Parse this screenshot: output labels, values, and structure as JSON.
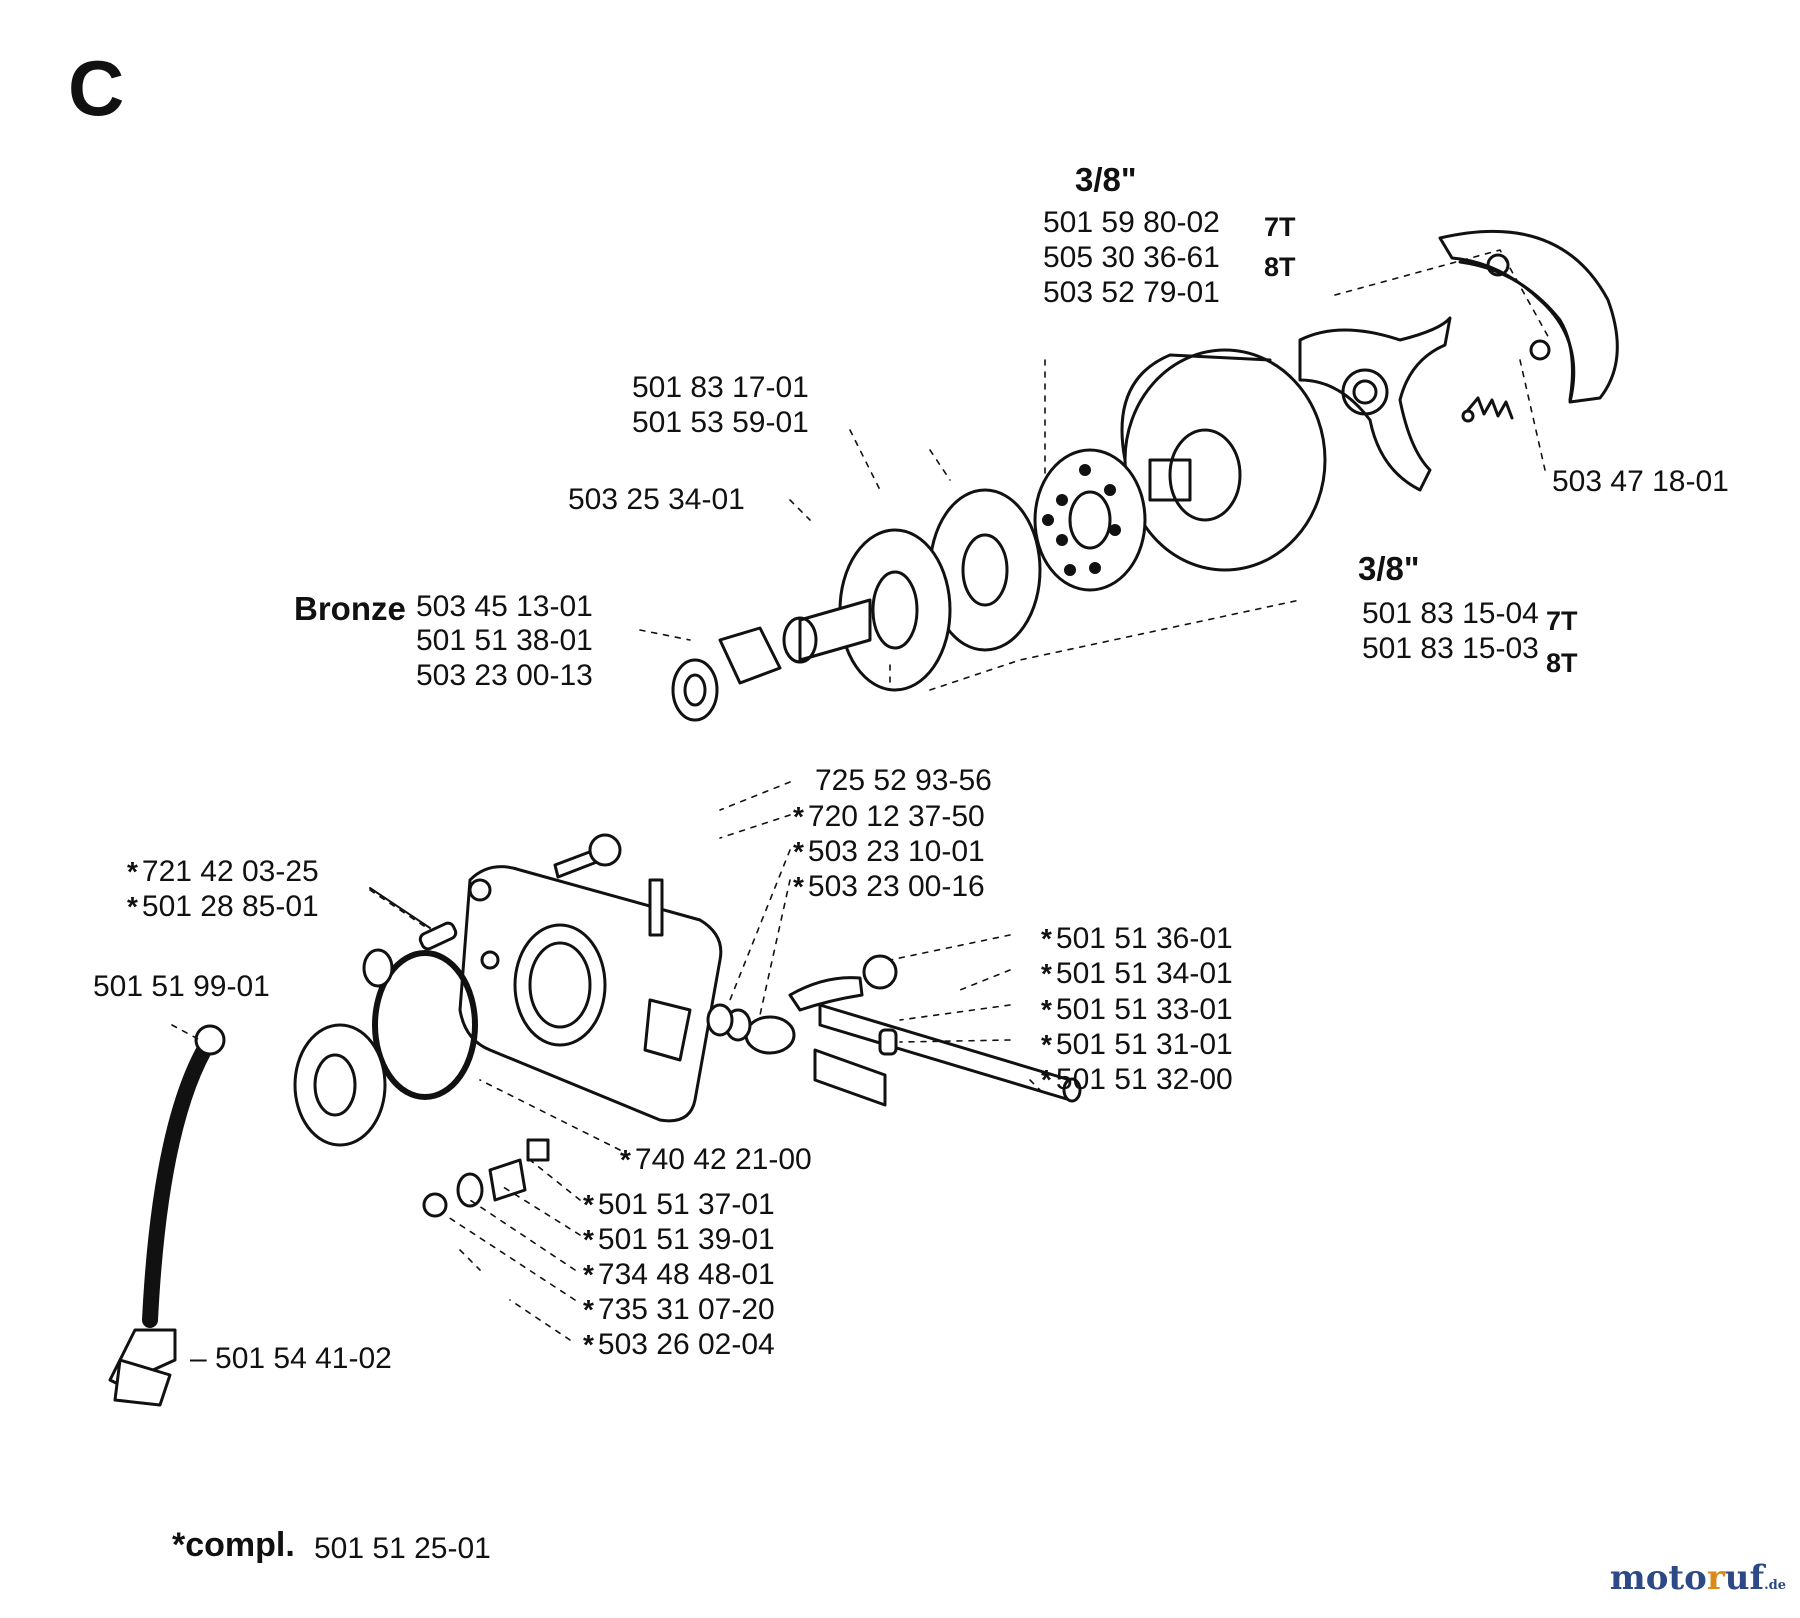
{
  "section_letter": "C",
  "sprocket_group": {
    "heading": "3/8\"",
    "rows": [
      {
        "part": "501 59 80-02",
        "teeth": "7T"
      },
      {
        "part": "505 30 36-61",
        "teeth": "8T"
      },
      {
        "part": "503 52 79-01",
        "teeth": ""
      }
    ]
  },
  "rim_group": {
    "heading": "3/8\"",
    "rows": [
      {
        "part": "501 83 15-04",
        "teeth": "7T"
      },
      {
        "part": "501 83 15-03",
        "teeth": "8T"
      }
    ]
  },
  "bronze_label": "Bronze",
  "clutch_labels": [
    "501 83 17-01",
    "501 53 59-01",
    "503 25 34-01",
    "503 45 13-01",
    "501 51 38-01",
    "503 23 00-13",
    "503 47 18-01"
  ],
  "cover_labels": [
    "725 52 93-56",
    "720 12 37-50",
    "503 23 10-01",
    "503 23 00-16",
    "721 42 03-25",
    "501 28 85-01",
    "501 51 99-01",
    "501 51 36-01",
    "501 51 34-01",
    "501 51 33-01",
    "501 51 31-01",
    "501 51 32-00",
    "740 42 21-00",
    "501 51 37-01",
    "501 51 39-01",
    "734 48 48-01",
    "735 31 07-20",
    "503 26 02-04",
    "501 54 41-02"
  ],
  "footer": {
    "compl_label": "*compl.",
    "compl_part": "501 51 25-01"
  },
  "watermark": {
    "main": "moto",
    "accent": "r",
    "rest": "uf",
    "tld": ".de"
  }
}
